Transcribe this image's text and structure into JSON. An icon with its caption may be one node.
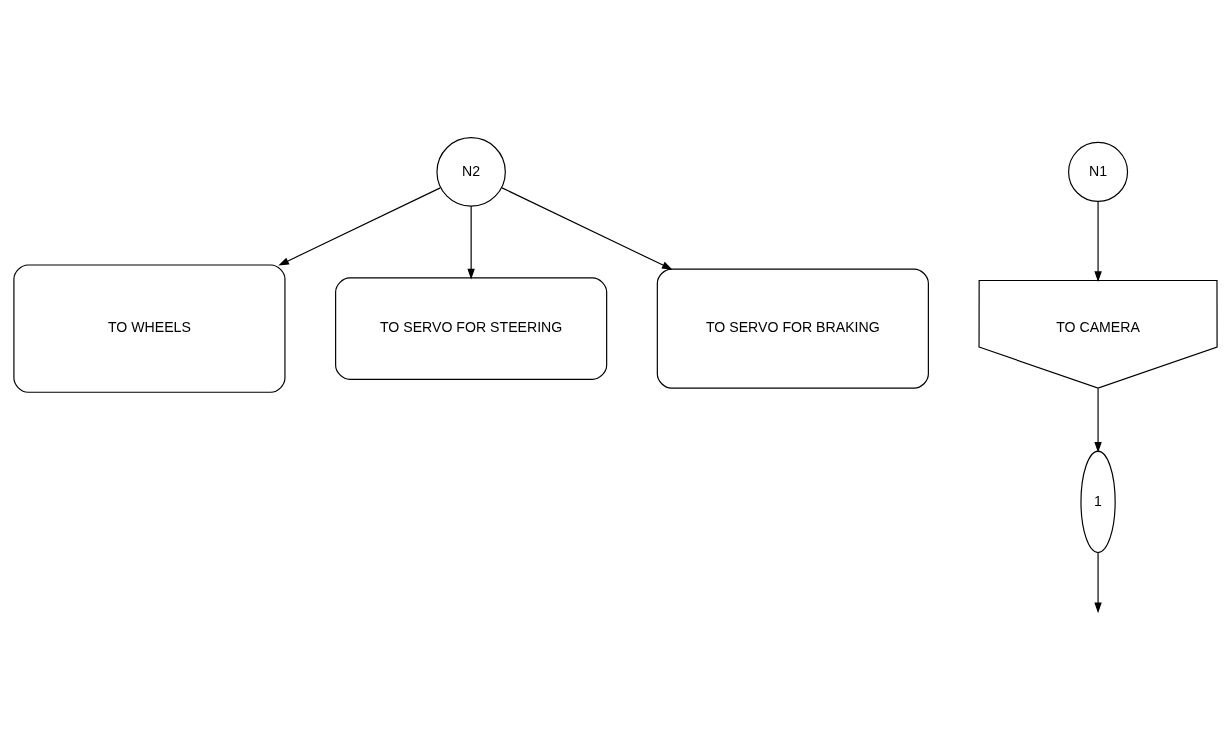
{
  "diagram": {
    "nodes": [
      {
        "text": [
          "N2"
        ]
      },
      {
        "text": [
          "TO WHEELS"
        ]
      },
      {
        "text": [
          "TO SERVO FOR STEERING"
        ]
      },
      {
        "text": [
          "TO SERVO FOR BRAKING"
        ]
      },
      {
        "text": [
          "N1"
        ]
      },
      {
        "text": [
          "TO CAMERA"
        ]
      },
      {
        "text": [
          "1"
        ]
      }
    ],
    "edges": [
      {
        "from": 0,
        "to": 1,
        "arrow": "to"
      },
      {
        "from": 0,
        "to": 2,
        "arrow": "to"
      },
      {
        "from": 0,
        "to": 3,
        "arrow": "to"
      },
      {
        "from": 4,
        "to": 5,
        "arrow": "to"
      },
      {
        "from": 5,
        "to": 6,
        "arrow": "to"
      },
      {
        "from": 6,
        "to": null,
        "arrow": "to"
      }
    ]
  }
}
